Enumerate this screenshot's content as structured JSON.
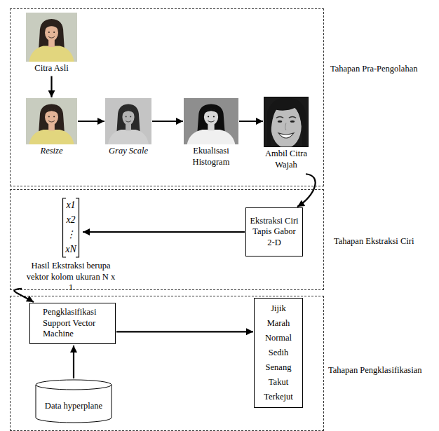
{
  "diagram": {
    "nodes": [
      {
        "text": [
          "Tahapan Pra-Pengolahan"
        ]
      },
      {
        "text": [
          "Citra Asli"
        ],
        "in": 0
      },
      {
        "text": [
          "Resize"
        ],
        "in": 0
      },
      {
        "text": [
          "Gray Scale"
        ],
        "in": 0
      },
      {
        "text": [
          "Ekualisasi Histogram"
        ],
        "in": 0
      },
      {
        "text": [
          "Ambil Citra Wajah"
        ],
        "in": 0
      },
      {
        "text": [
          "Tahapan Ekstraksi Ciri"
        ]
      },
      {
        "text": [
          "Ekstraksi Ciri Tapis Gabor 2-D"
        ],
        "in": 6
      },
      {
        "text": [
          "x1",
          "x2",
          "⋮",
          "xN",
          "Hasil Ekstraksi berupa vektor kolom ukuran N x 1"
        ],
        "in": 6
      },
      {
        "text": [
          "Tahapan Pengklasifikasian"
        ]
      },
      {
        "text": [
          "Pengklasifikasi Support Vector Machine"
        ],
        "in": 9
      },
      {
        "text": [
          "Data hyperplane"
        ],
        "in": 9
      },
      {
        "text": [
          "Jijik",
          "Marah",
          "Normal",
          "Sedih",
          "Senang",
          "Takut",
          "Terkejut"
        ],
        "in": 9
      }
    ],
    "edges": [
      {
        "from": 1,
        "to": 2,
        "arrow": "to"
      },
      {
        "from": 2,
        "to": 3,
        "arrow": "to"
      },
      {
        "from": 3,
        "to": 4,
        "arrow": "to"
      },
      {
        "from": 4,
        "to": 5,
        "arrow": "to"
      },
      {
        "from": 5,
        "to": 7,
        "arrow": "to"
      },
      {
        "from": 7,
        "to": 8,
        "arrow": "to"
      },
      {
        "from": 8,
        "to": 10,
        "arrow": "to"
      },
      {
        "from": 11,
        "to": 10,
        "arrow": "to"
      },
      {
        "from": 10,
        "to": 12,
        "arrow": "to"
      }
    ]
  }
}
